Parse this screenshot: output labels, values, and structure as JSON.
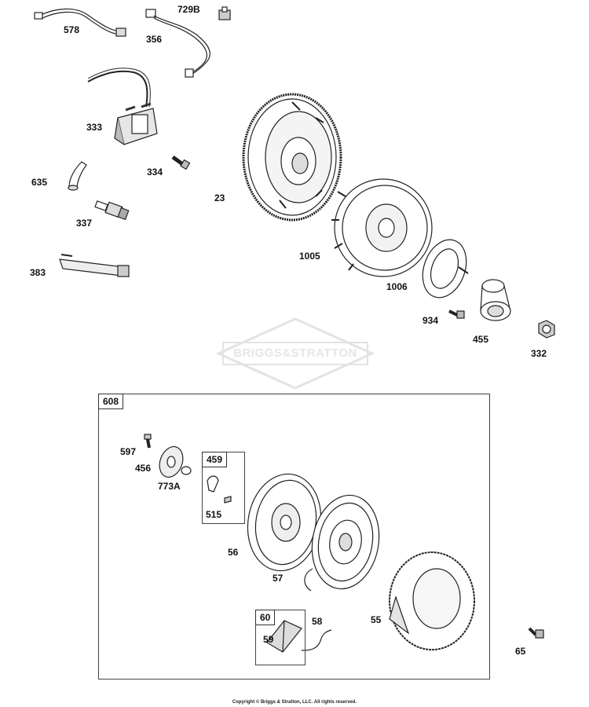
{
  "watermark": "BRIGGS&STRATTON",
  "copyright": "Copyright © Briggs & Stratton, LLC. All rights reserved.",
  "kits": {
    "k608": "608",
    "k459": "459",
    "k60": "60"
  },
  "labels": {
    "p578": "578",
    "p729b": "729B",
    "p356": "356",
    "p333": "333",
    "p334": "334",
    "p635": "635",
    "p337": "337",
    "p383": "383",
    "p23": "23",
    "p1005": "1005",
    "p1006": "1006",
    "p934": "934",
    "p455": "455",
    "p332": "332",
    "p597": "597",
    "p456": "456",
    "p773a": "773A",
    "p515": "515",
    "p56": "56",
    "p57": "57",
    "p58": "58",
    "p59": "59",
    "p55": "55",
    "p65": "65"
  }
}
